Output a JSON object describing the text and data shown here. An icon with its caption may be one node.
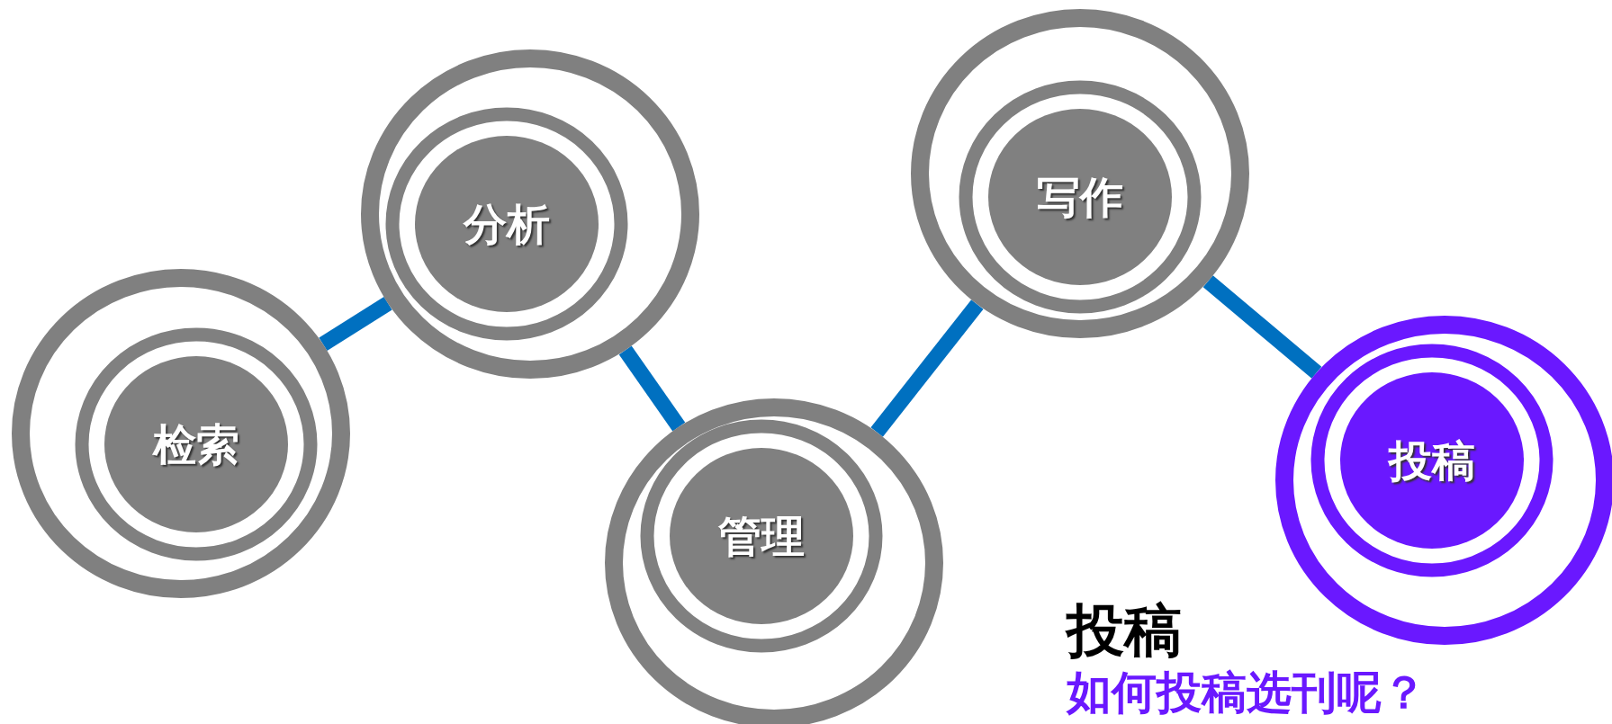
{
  "diagram": {
    "nodes": [
      {
        "text": [
          "检索"
        ]
      },
      {
        "text": [
          "分析"
        ]
      },
      {
        "text": [
          "管理"
        ]
      },
      {
        "text": [
          "写作"
        ]
      },
      {
        "text": [
          "投稿"
        ]
      }
    ],
    "edges": [
      {
        "from": 0,
        "to": 1,
        "arrow": "none"
      },
      {
        "from": 1,
        "to": 2,
        "arrow": "none"
      },
      {
        "from": 2,
        "to": 3,
        "arrow": "none"
      },
      {
        "from": 3,
        "to": 4,
        "arrow": "none"
      }
    ],
    "labels": [
      "投稿",
      "如何投稿选刊呢？"
    ]
  }
}
